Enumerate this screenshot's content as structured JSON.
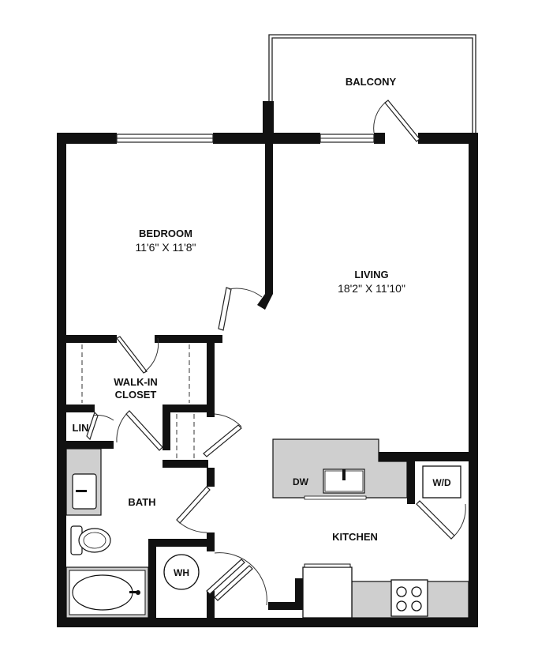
{
  "plan": {
    "rooms": {
      "balcony": {
        "name": "BALCONY"
      },
      "bedroom": {
        "name": "BEDROOM",
        "dimensions": "11'6\" X 11'8\""
      },
      "living": {
        "name": "LIVING",
        "dimensions": "18'2\" X 11'10\""
      },
      "closet": {
        "name_line1": "WALK-IN",
        "name_line2": "CLOSET"
      },
      "linen": {
        "name": "LIN"
      },
      "bath": {
        "name": "BATH"
      },
      "kitchen": {
        "name": "KITCHEN"
      }
    },
    "fixtures": {
      "dishwasher": "DW",
      "washer_dryer": "W/D",
      "water_heater": "WH"
    }
  }
}
